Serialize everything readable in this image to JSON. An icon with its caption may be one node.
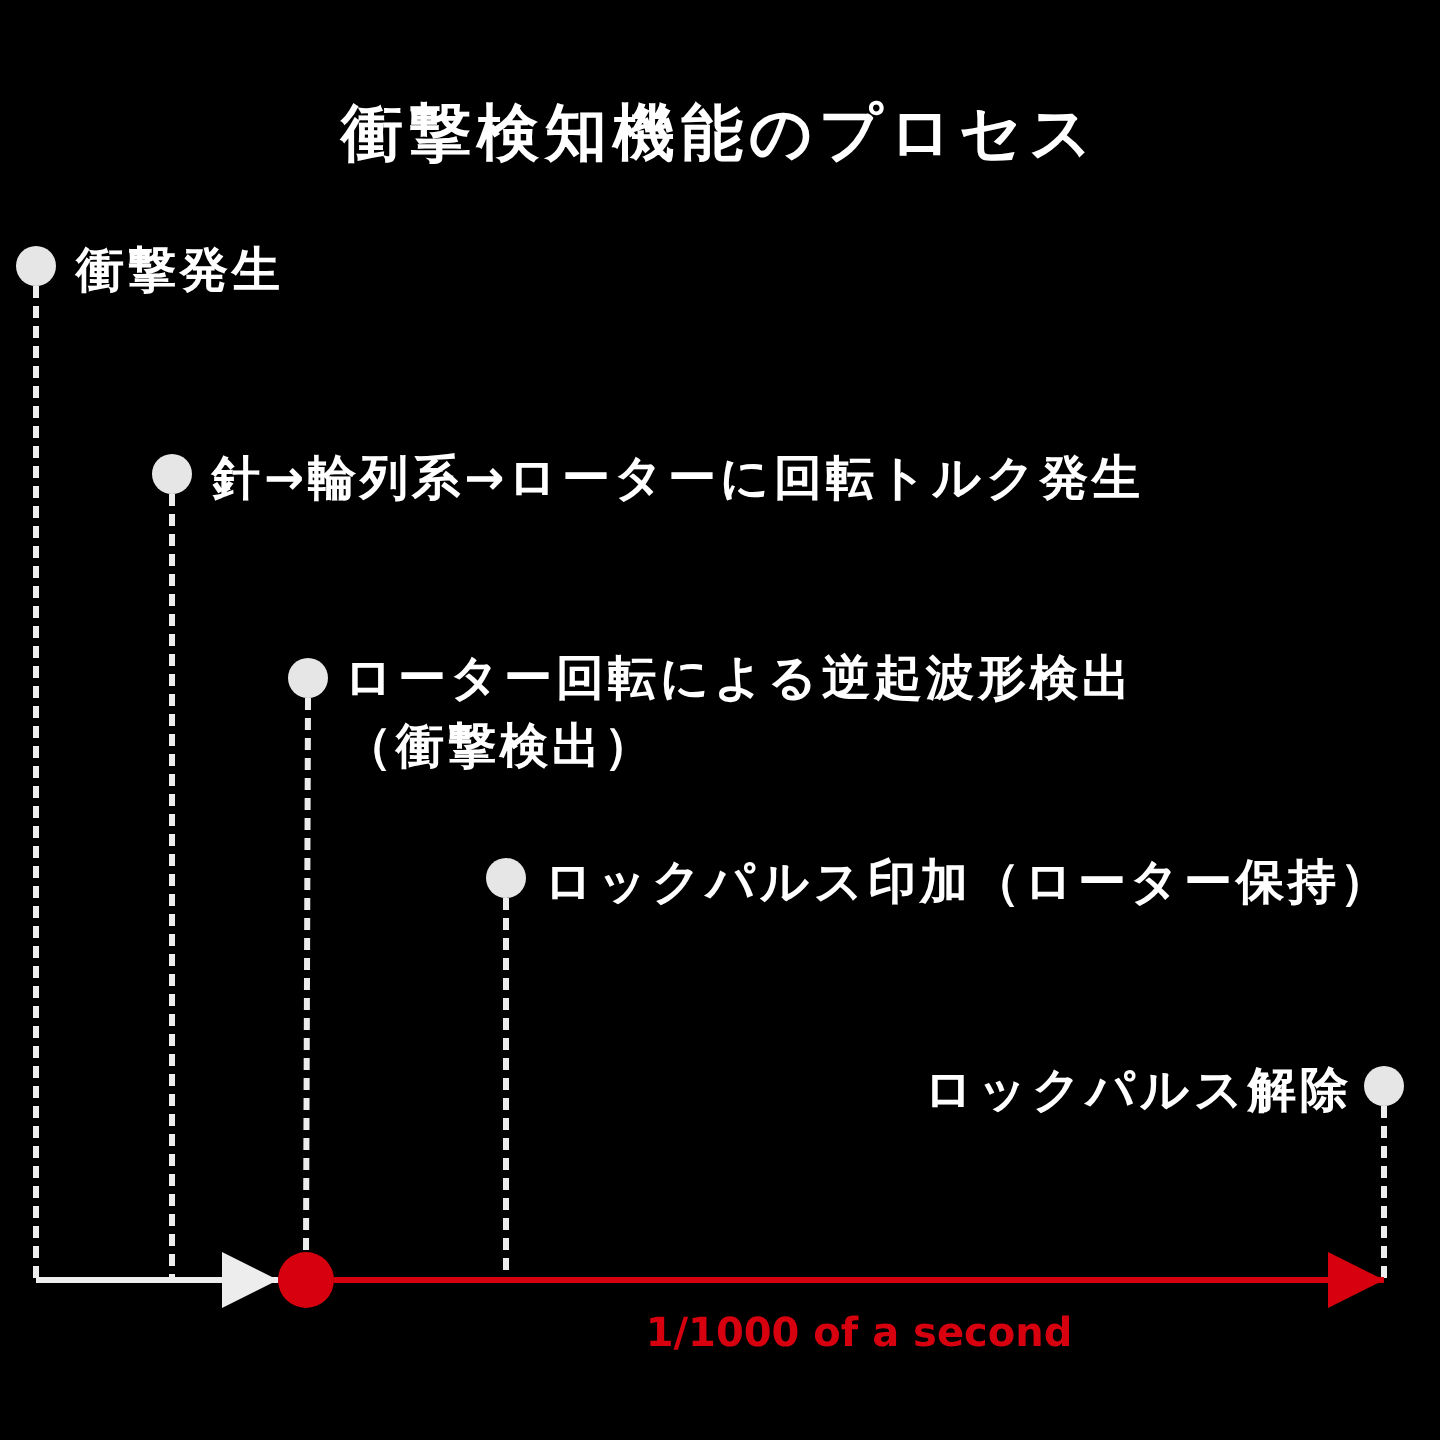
{
  "diagram": {
    "title": "衝撃検知機能のプロセス",
    "nodes": [
      {
        "text": [],
        "shape": "circle",
        "beside": [
          "衝撃発生"
        ]
      },
      {
        "text": [],
        "shape": "circle",
        "beside": [
          "針→輪列系→ローターに回転トルク発生"
        ]
      },
      {
        "text": [],
        "shape": "circle",
        "beside": [
          "ローター回転による逆起波形検出（衝撃検出）"
        ]
      },
      {
        "text": [],
        "shape": "circle",
        "beside": [
          "ロックパルス印加（ローター保持）"
        ]
      },
      {
        "text": [],
        "shape": "circle",
        "beside": [
          "ロックパルス解除"
        ]
      },
      {
        "text": [],
        "shape": "circle"
      }
    ],
    "edges": [
      {
        "from": 0,
        "to": null,
        "arrow": "none",
        "style": "dashed"
      },
      {
        "from": 1,
        "to": null,
        "arrow": "none",
        "style": "dashed"
      },
      {
        "from": 2,
        "to": 5,
        "arrow": "none",
        "style": "dashed"
      },
      {
        "from": 3,
        "to": null,
        "arrow": "none",
        "style": "dashed"
      },
      {
        "from": 4,
        "to": null,
        "arrow": "none",
        "style": "dashed"
      },
      {
        "from": null,
        "to": 5,
        "arrow": "to"
      },
      {
        "from": 5,
        "to": null,
        "arrow": "to",
        "color": "#d7000f",
        "label": "1/1000 of a second"
      }
    ]
  }
}
